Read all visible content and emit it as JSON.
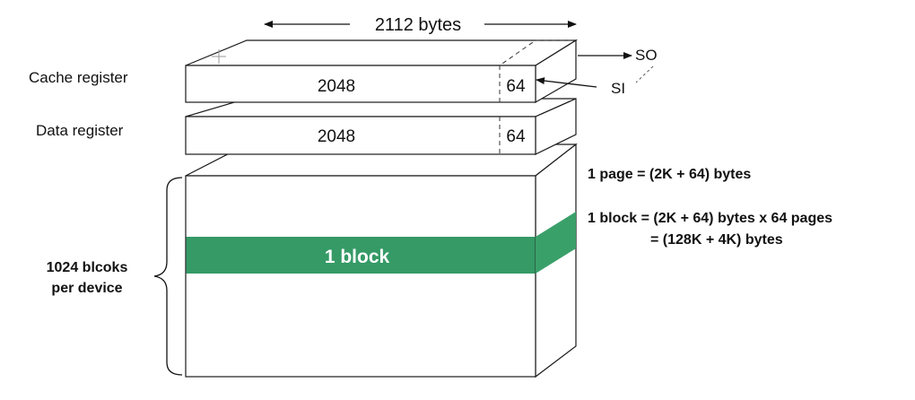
{
  "dimension": {
    "width_label": "2112 bytes"
  },
  "registers": {
    "cache": {
      "label": "Cache register",
      "main": "2048",
      "spare": "64"
    },
    "data": {
      "label": "Data register",
      "main": "2048",
      "spare": "64"
    }
  },
  "signals": {
    "out": "SO",
    "in": "SI"
  },
  "array": {
    "block_label": "1 block",
    "count_line1": "1024 blcoks",
    "count_line2": "per device"
  },
  "notes": {
    "page": "1 page = (2K + 64) bytes",
    "block_line1": "1 block = (2K + 64) bytes x 64 pages",
    "block_line2": "= (128K + 4K) bytes"
  },
  "colors": {
    "block": "#359a66",
    "block_side": "#3aa06a",
    "outline": "#1a1a1a"
  }
}
